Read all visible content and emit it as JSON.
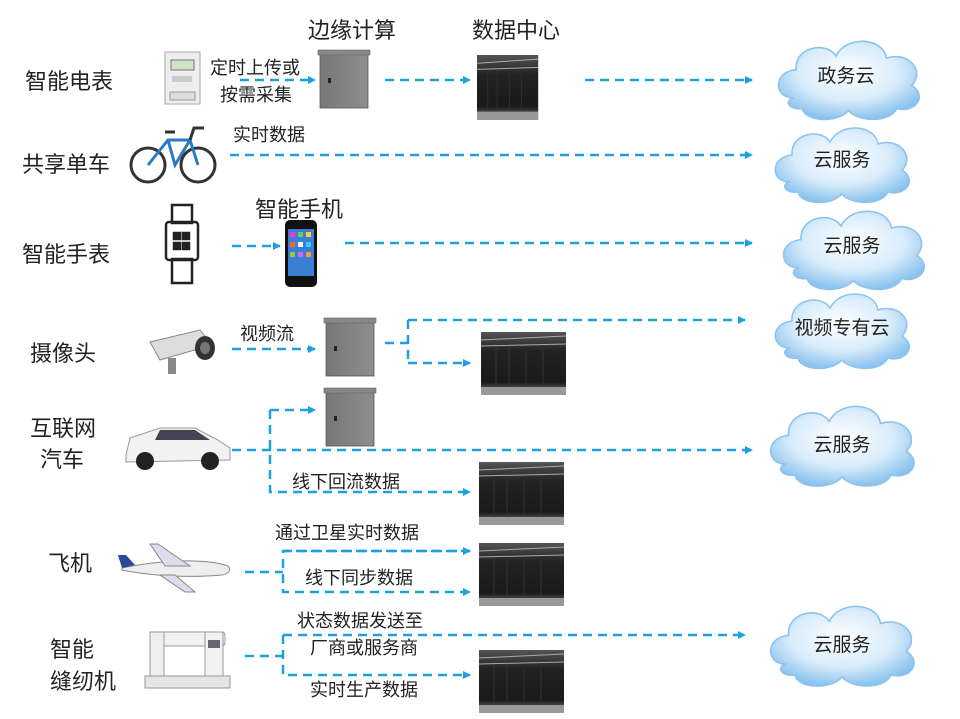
{
  "accent_color": "#1ba1e2",
  "headers": {
    "edge": "边缘计算",
    "datacenter": "数据中心"
  },
  "devices": {
    "meter": "智能电表",
    "bike": "共享单车",
    "watch": "智能手表",
    "camera": "摄像头",
    "car_line1": "互联网",
    "car_line2": "汽车",
    "plane": "飞机",
    "sewing_line1": "智能",
    "sewing_line2": "缝纫机"
  },
  "edge_labels": {
    "meter_line1": "定时上传或",
    "meter_line2": "按需采集",
    "bike": "实时数据",
    "phone": "智能手机",
    "camera": "视频流",
    "car": "线下回流数据",
    "plane_sat": "通过卫星实时数据",
    "plane_offline": "线下同步数据",
    "sewing_status1": "状态数据发送至",
    "sewing_status2": "厂商或服务商",
    "sewing_prod": "实时生产数据"
  },
  "clouds": [
    "政务云",
    "云服务",
    "云服务",
    "视频专有云",
    "云服务",
    "云服务"
  ]
}
